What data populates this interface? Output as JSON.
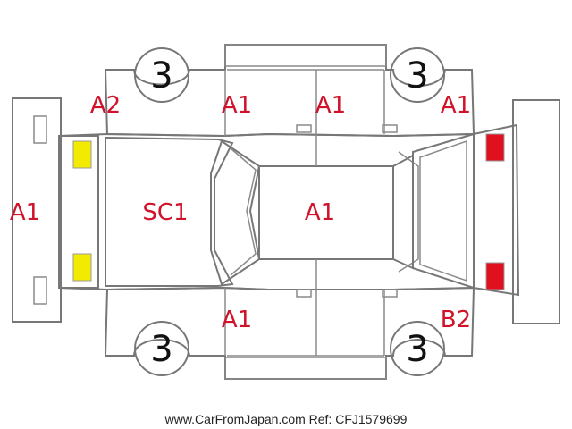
{
  "diagram": {
    "tire_labels": {
      "front_left": "3",
      "rear_left": "3",
      "front_right": "3",
      "rear_right": "3"
    },
    "damage_codes": {
      "front_bumper": "A1",
      "front_left_fender": "A2",
      "left_front_door": "A1",
      "left_rear_door": "A1",
      "left_rear_quarter": "A1",
      "hood": "SC1",
      "roof": "A1",
      "right_front_door": "A1",
      "right_rear_quarter": "B2"
    },
    "lamp_colors": {
      "front": "#f2ea00",
      "rear": "#e0101e"
    },
    "code_color": "#d0122a"
  },
  "footer": {
    "watermark": "www.CarFromJapan.com Ref: CFJ1579699"
  }
}
